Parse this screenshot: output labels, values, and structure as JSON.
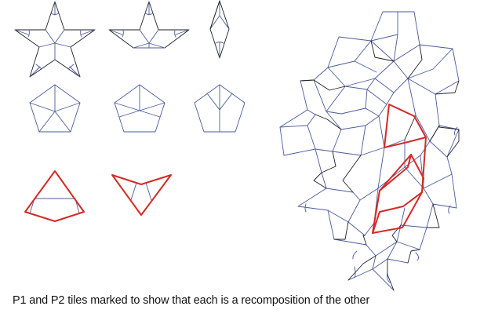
{
  "caption": "P1 and P2 tiles marked to show that each is a recomposition of the other",
  "colors": {
    "thin_line": "#4a5b9c",
    "dark_line": "#1e1e2a",
    "highlight": "#d42a25",
    "background": "#ffffff"
  },
  "left_panel": {
    "row1_p1_shapes": [
      {
        "name": "star",
        "label": ""
      },
      {
        "name": "boat",
        "label": ""
      },
      {
        "name": "diamond",
        "label": ""
      }
    ],
    "row2_p1_pentagons": [
      {
        "name": "pentagon-5-rays",
        "label": ""
      },
      {
        "name": "pentagon-crossed",
        "label": ""
      },
      {
        "name": "pentagon-y",
        "label": ""
      }
    ],
    "row3_p2_tiles": [
      {
        "name": "kite",
        "label": ""
      },
      {
        "name": "dart",
        "label": ""
      }
    ]
  },
  "right_panel": {
    "description": "Patch of Penrose tiling with P1 and P2 overlays; one kite and one dart outlined in red"
  }
}
